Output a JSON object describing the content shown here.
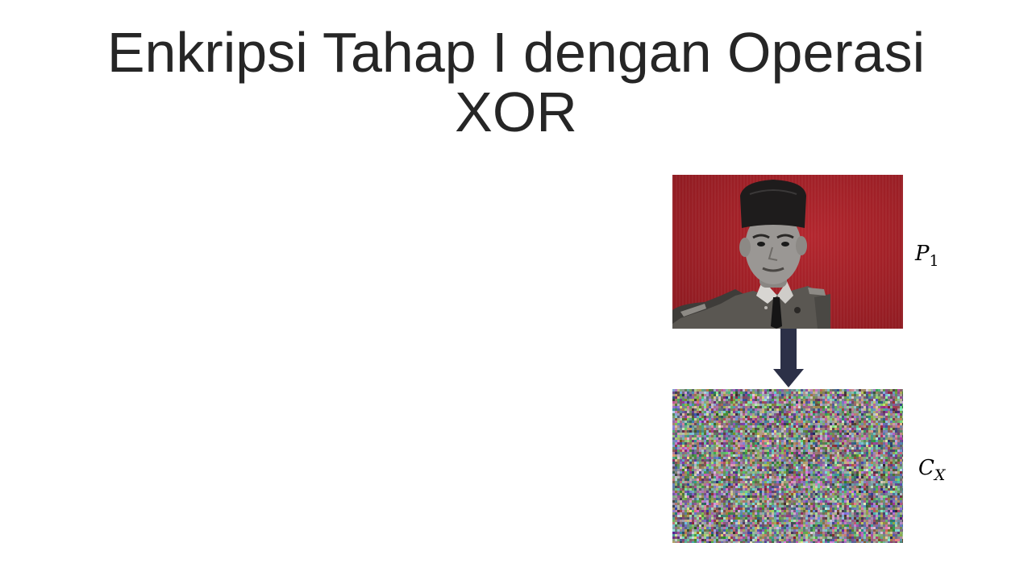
{
  "slide": {
    "title": "Enkripsi Tahap I dengan Operasi XOR"
  },
  "plain_image": {
    "label_main": "P",
    "label_sub": "1",
    "colors": {
      "background": "#9e1d24",
      "uniform": "#5a5752",
      "face": "#9a9794",
      "cap": "#1e1c1c"
    }
  },
  "arrow": {
    "icon": "arrow-down-icon",
    "color": "#2c3047"
  },
  "cipher_image": {
    "label_main": "C",
    "label_sub": "X",
    "style": "random-noise"
  }
}
